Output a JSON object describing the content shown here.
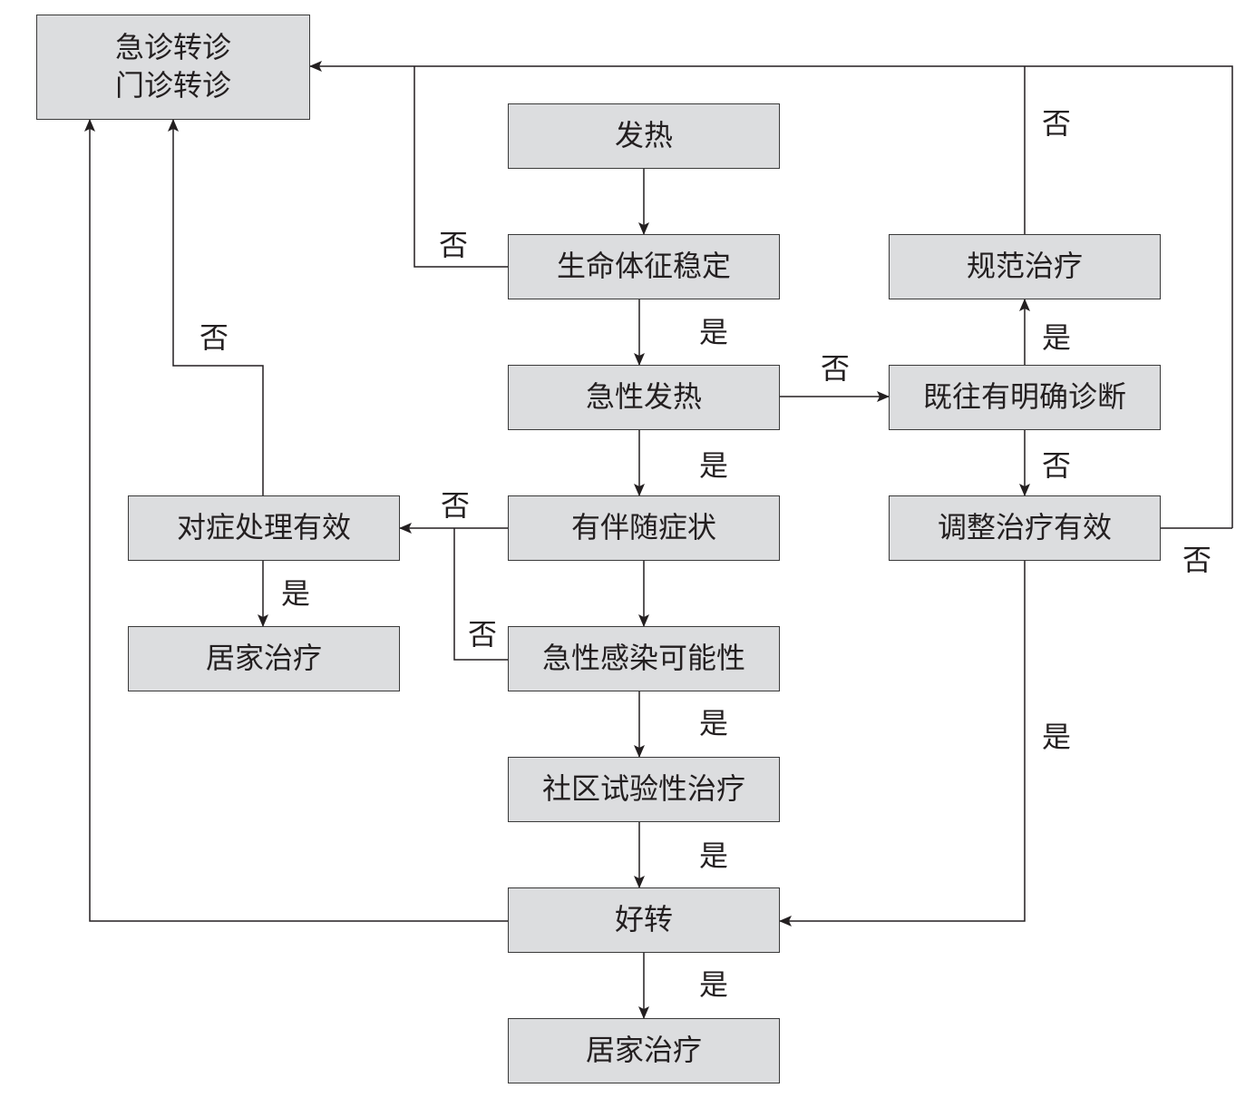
{
  "nodes": {
    "referral_line1": "急诊转诊",
    "referral_line2": "门诊转诊",
    "fever": "发热",
    "vitals_stable": "生命体征稳定",
    "acute_fever": "急性发热",
    "standard_treatment": "规范治疗",
    "prior_diagnosis": "既往有明确诊断",
    "accompanying_symptoms": "有伴随症状",
    "symptomatic_effective": "对症处理有效",
    "adjust_effective": "调整治疗有效",
    "home_care_left": "居家治疗",
    "acute_infection": "急性感染可能性",
    "trial_treatment": "社区试验性治疗",
    "improved": "好转",
    "home_care_bottom": "居家治疗"
  },
  "labels": {
    "yes": "是",
    "no": "否"
  }
}
